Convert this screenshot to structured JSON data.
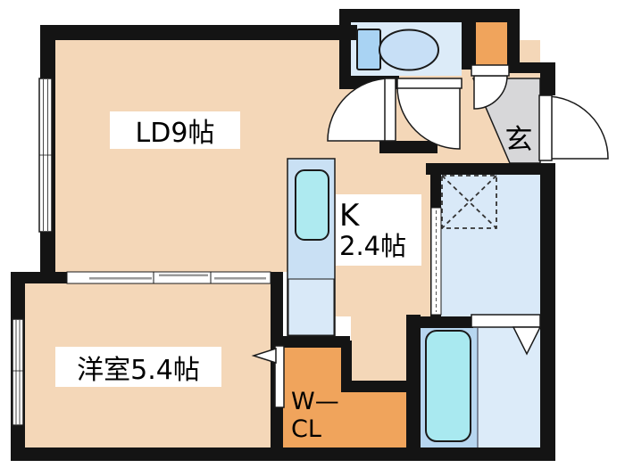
{
  "plan_title": "1DK apartment floor plan",
  "rooms": {
    "living_dining": {
      "label": "LD9帖"
    },
    "kitchen": {
      "label": "K",
      "size": "2.4帖"
    },
    "western_room": {
      "label": "洋室5.4帖"
    },
    "walk_in_closet": {
      "label_line1": "W—",
      "label_line2": "CL"
    },
    "entrance": {
      "label": "玄"
    }
  },
  "fixtures": [
    "toilet",
    "kitchen-sink",
    "bathtub",
    "washing-machine-space"
  ],
  "colors": {
    "wall": "#141414",
    "outline": "#1a1a1a",
    "floor_peach": "#f4d7b8",
    "closet_orange": "#f0a45c",
    "entrance_gray": "#d7d7d9",
    "toilet_room_blue": "#dcebf8",
    "washroom_blue": "#d9e9f8",
    "bath_left_blue": "#b7d6f0",
    "bath_right_blue": "#dcebf9",
    "bathtub_cyan": "#a9e9f0",
    "counter_blue": "#c9e0f4",
    "counter_lower_blue": "#d9e9f8",
    "sink_cyan": "#aeeaf0",
    "fixture_blue": "#a9d3f3",
    "bowl_blue": "#c7dff6",
    "door_white": "#ffffff",
    "label_bg": "#ffffff",
    "label_text": "#000000"
  }
}
